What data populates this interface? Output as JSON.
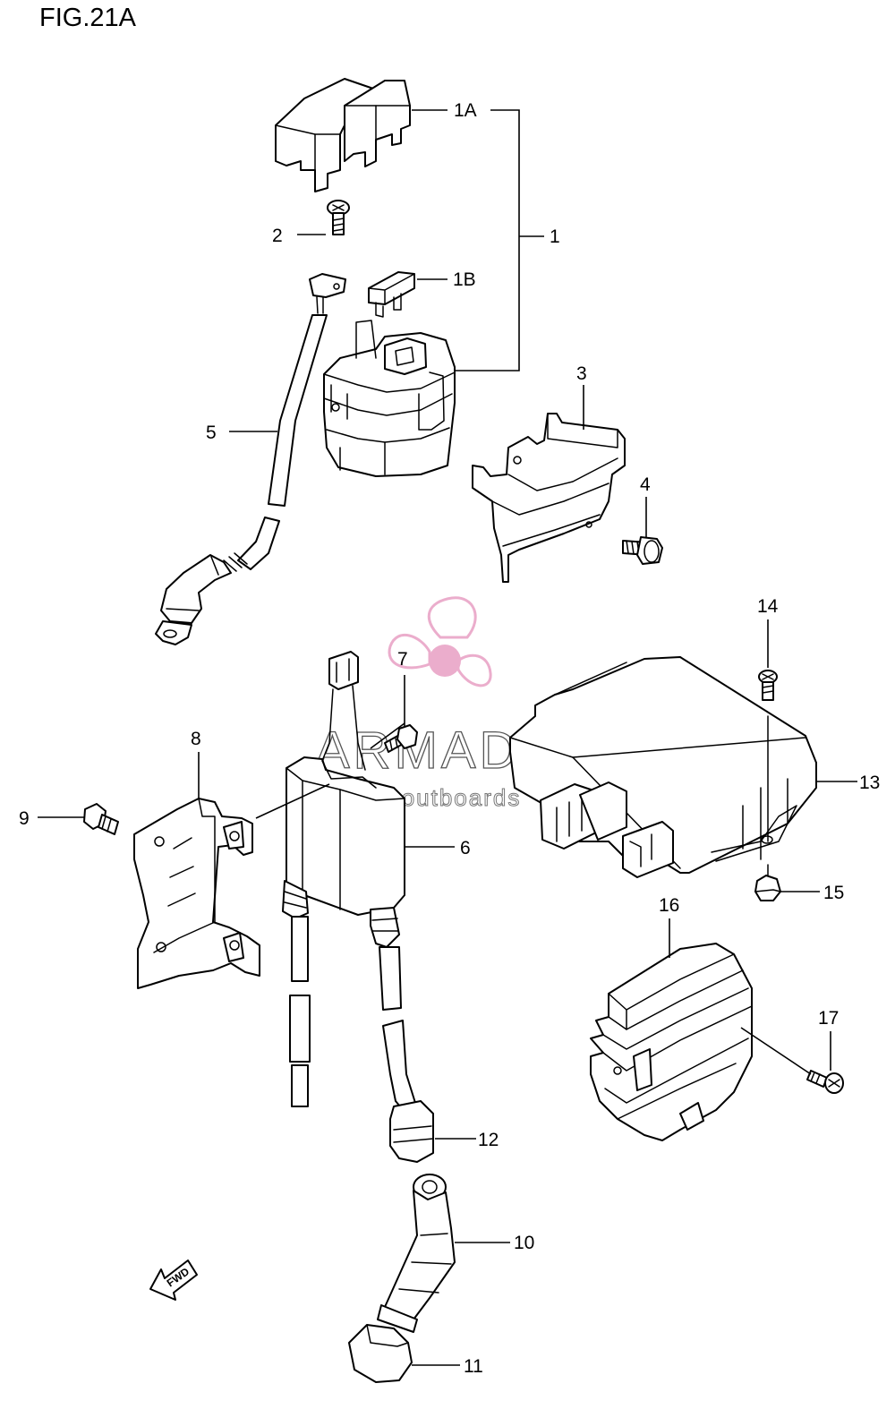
{
  "figure": {
    "title": "FIG.21A"
  },
  "watermark": {
    "brand": "ARMADA",
    "tagline": "marine outboards",
    "logo_color": "#e9a5c7"
  },
  "direction": {
    "label": "FWD"
  },
  "parts": [
    {
      "id": "p1A",
      "label": "1A"
    },
    {
      "id": "p1",
      "label": "1"
    },
    {
      "id": "p1B",
      "label": "1B"
    },
    {
      "id": "p2",
      "label": "2"
    },
    {
      "id": "p3",
      "label": "3"
    },
    {
      "id": "p4",
      "label": "4"
    },
    {
      "id": "p5",
      "label": "5"
    },
    {
      "id": "p6",
      "label": "6"
    },
    {
      "id": "p7",
      "label": "7"
    },
    {
      "id": "p8",
      "label": "8"
    },
    {
      "id": "p9",
      "label": "9"
    },
    {
      "id": "p10",
      "label": "10"
    },
    {
      "id": "p11",
      "label": "11"
    },
    {
      "id": "p12",
      "label": "12"
    },
    {
      "id": "p13",
      "label": "13"
    },
    {
      "id": "p14",
      "label": "14"
    },
    {
      "id": "p15",
      "label": "15"
    },
    {
      "id": "p16",
      "label": "16"
    },
    {
      "id": "p17",
      "label": "17"
    }
  ]
}
